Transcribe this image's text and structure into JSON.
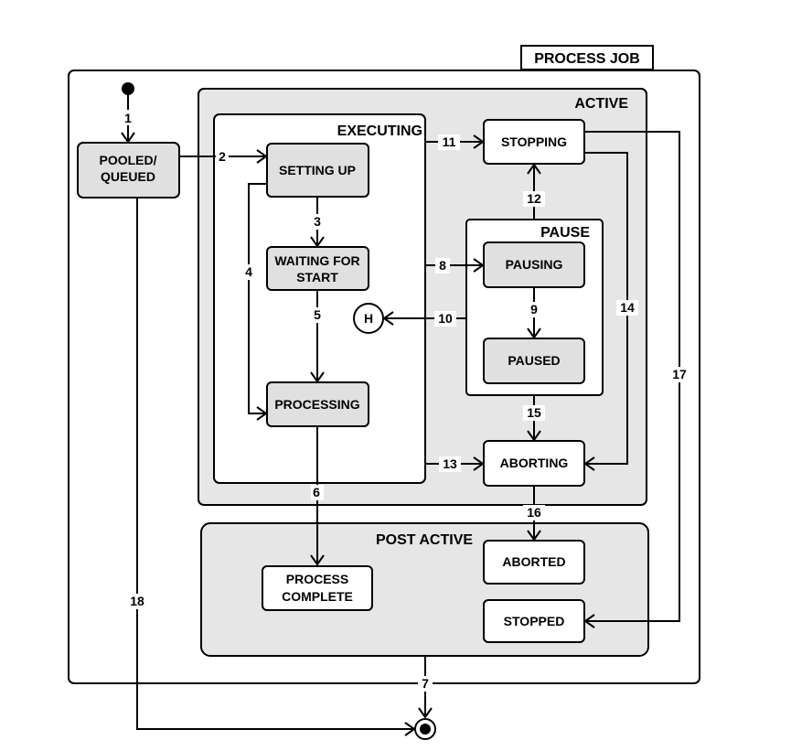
{
  "regions": {
    "process_job": "PROCESS JOB",
    "active": "ACTIVE",
    "executing": "EXECUTING",
    "pause": "PAUSE",
    "post_active": "POST ACTIVE"
  },
  "states": {
    "pooled_queued": [
      "POOLED/",
      "QUEUED"
    ],
    "setting_up": "SETTING UP",
    "waiting_for_start": [
      "WAITING FOR",
      "START"
    ],
    "processing": "PROCESSING",
    "stopping": "STOPPING",
    "pausing": "PAUSING",
    "paused": "PAUSED",
    "aborting": "ABORTING",
    "aborted": "ABORTED",
    "stopped": "STOPPED",
    "process_complete": [
      "PROCESS",
      "COMPLETE"
    ],
    "history": "H"
  },
  "transitions": [
    "1",
    "2",
    "3",
    "4",
    "5",
    "6",
    "7",
    "8",
    "9",
    "10",
    "11",
    "12",
    "13",
    "14",
    "15",
    "16",
    "17",
    "18"
  ],
  "colors": {
    "region_fill": "#e6e6e6",
    "state_fill": "#e0e0e0",
    "outline": "#000000",
    "background": "#ffffff"
  }
}
